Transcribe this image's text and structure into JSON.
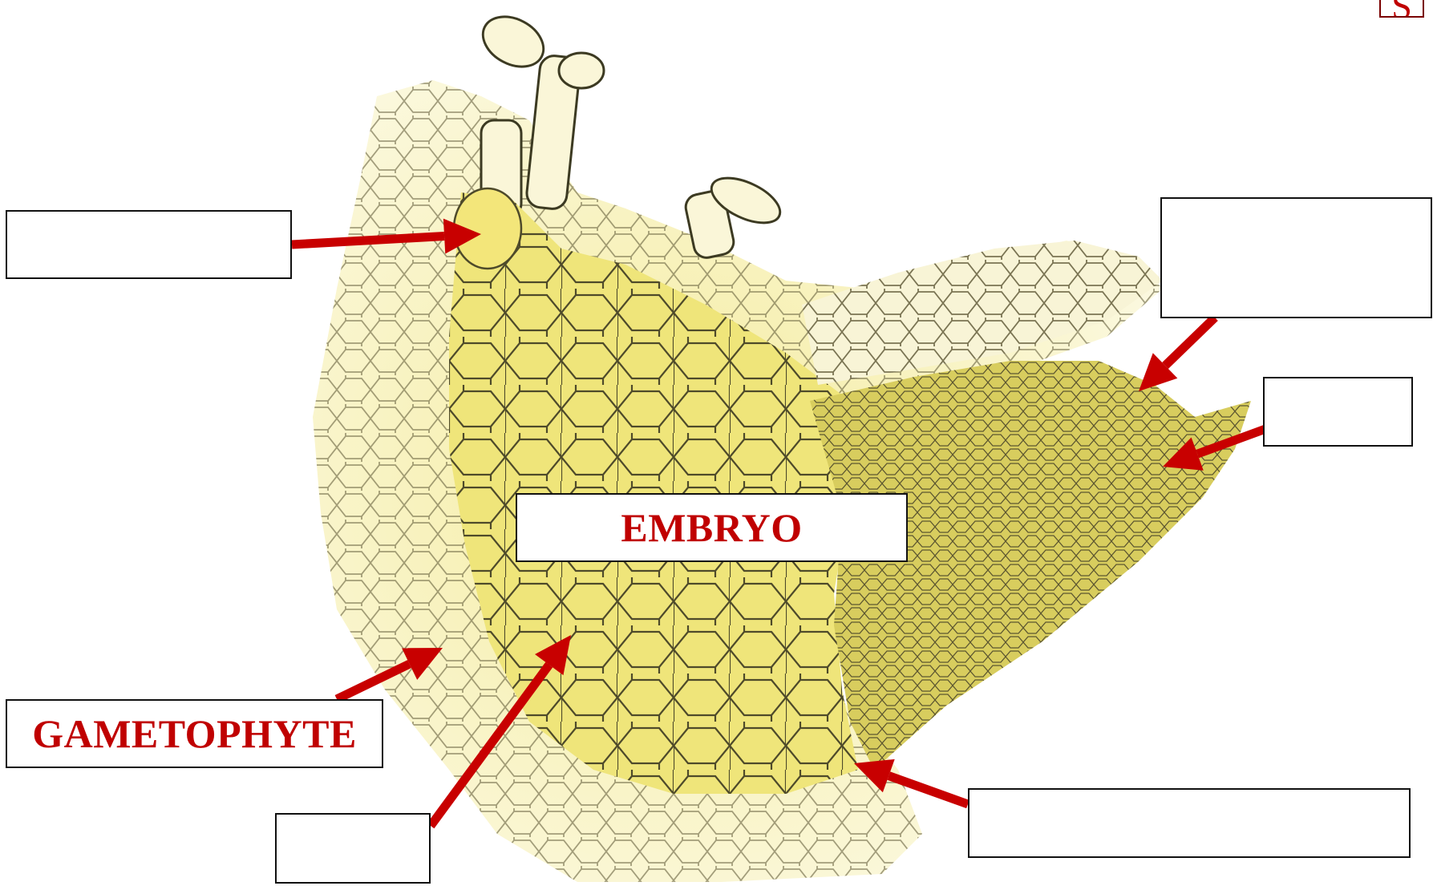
{
  "colors": {
    "arrow": "#c80000",
    "label_text": "#c00000",
    "cell_outline": "#5a5432",
    "tissue_pale": "#f7f3c8",
    "tissue_yellow": "#efe57a",
    "tissue_olive": "#cfc45a"
  },
  "labels": {
    "top_left": "",
    "top_right": "",
    "right_mid": "",
    "center": "EMBRYO",
    "bottom_left": "GAMETOPHYTE",
    "bottom_center_left": "",
    "bottom_right": ""
  },
  "corner_mark": "S"
}
